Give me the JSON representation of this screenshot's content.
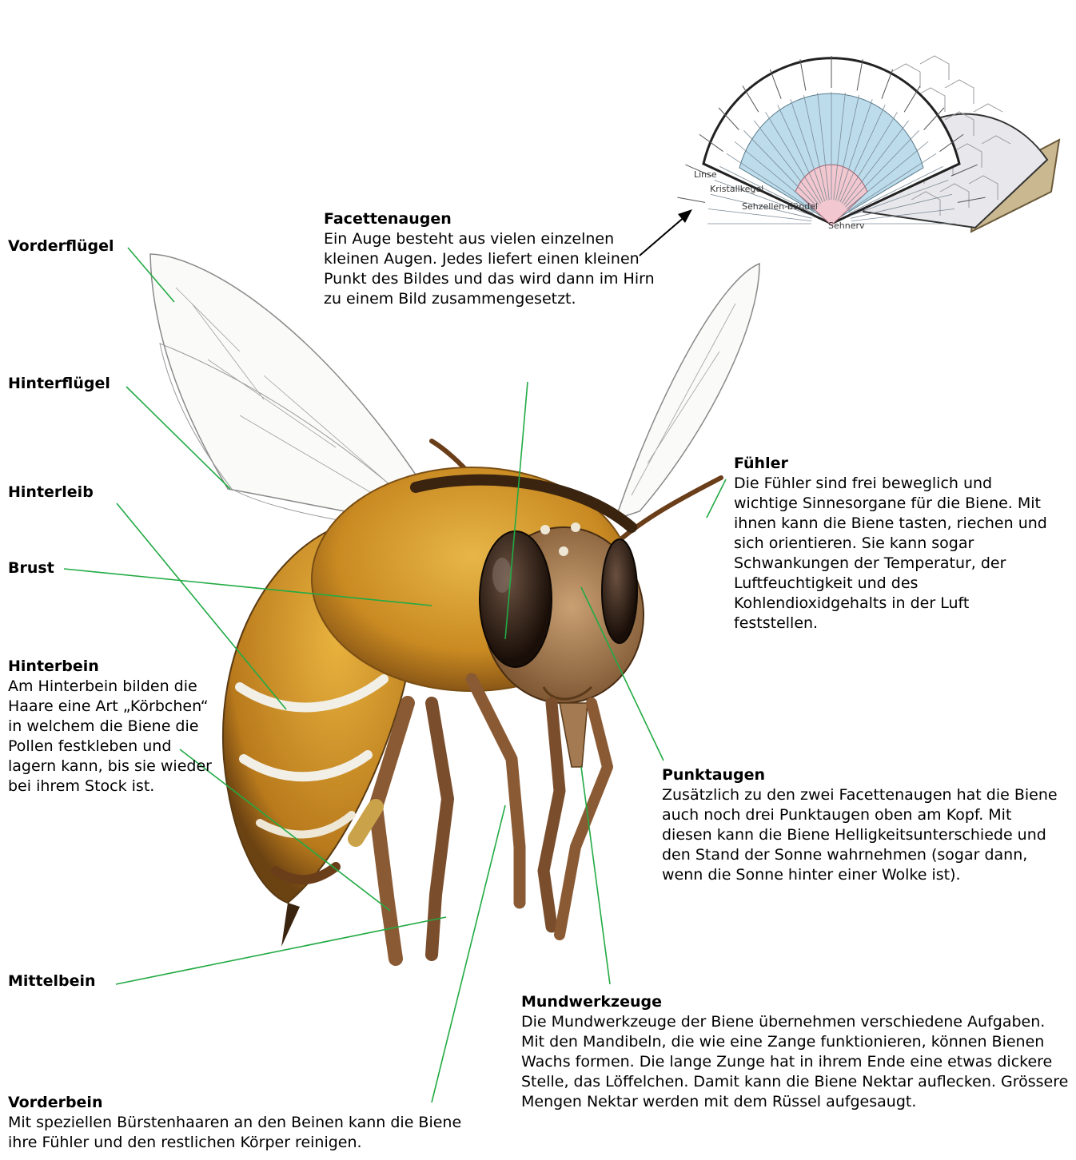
{
  "labels": {
    "vorderfluegel": {
      "title": "Vorderflügel"
    },
    "hinterfluegel": {
      "title": "Hinterflügel"
    },
    "hinterleib": {
      "title": "Hinterleib"
    },
    "brust": {
      "title": "Brust"
    },
    "mittelbein": {
      "title": "Mittelbein"
    },
    "facettenaugen": {
      "title": "Facettenaugen",
      "text": "Ein Auge besteht aus vielen einzelnen kleinen Augen. Jedes liefert einen kleinen Punkt des Bildes und das wird dann im Hirn zu einem Bild zusammengesetzt."
    },
    "fuehler": {
      "title": "Fühler",
      "text": "Die Fühler sind frei beweglich und wichtige Sinnesorgane für die Biene. Mit ihnen kann die Biene tasten, riechen und sich orientieren. Sie kann sogar Schwankungen der Temperatur, der Luftfeuchtigkeit und des Kohlendioxidgehalts in der Luft feststellen."
    },
    "hinterbein": {
      "title": "Hinterbein",
      "text": "Am Hinterbein bilden die Haare eine Art „Körbchen“ in welchem die Biene die Pollen festkleben und lagern kann, bis sie wieder bei ihrem Stock ist."
    },
    "punktaugen": {
      "title": "Punktaugen",
      "text": "Zusätzlich zu den zwei Facettenaugen hat die Biene auch noch drei Punktaugen oben am Kopf. Mit diesen kann die Biene Helligkeitsunterschiede und den Stand der Sonne wahrnehmen (sogar dann, wenn die Sonne hinter einer Wolke ist)."
    },
    "mundwerkzeuge": {
      "title": "Mundwerkzeuge",
      "text": "Die Mundwerkzeuge der Biene übernehmen verschiedene Aufgaben. Mit den Mandibeln, die wie eine Zange funktionieren, können Bienen Wachs formen. Die lange Zunge hat in ihrem Ende eine etwas dickere Stelle, das Löffelchen. Damit kann die Biene Nektar auflecken. Grössere Mengen Nektar werden mit dem Rüssel aufgesaugt."
    },
    "vorderbein": {
      "title": "Vorderbein",
      "text": "Mit speziellen Bürstenhaaren an den Beinen kann die Biene ihre Fühler und den restlichen Körper reinigen."
    }
  },
  "eye_diagram": {
    "labels": [
      "Linse",
      "Kristallkegel",
      "Sehzellen-Bündel",
      "Sehnerv"
    ]
  },
  "colors": {
    "leader_line": "#22aa44",
    "body_gold": "#d9a12e",
    "body_dark": "#6b3e1a",
    "eye_dark": "#2a1a10",
    "eye_blue": "#b8d8e8",
    "eye_pink": "#efc1c8",
    "eye_base": "#c9b890"
  }
}
